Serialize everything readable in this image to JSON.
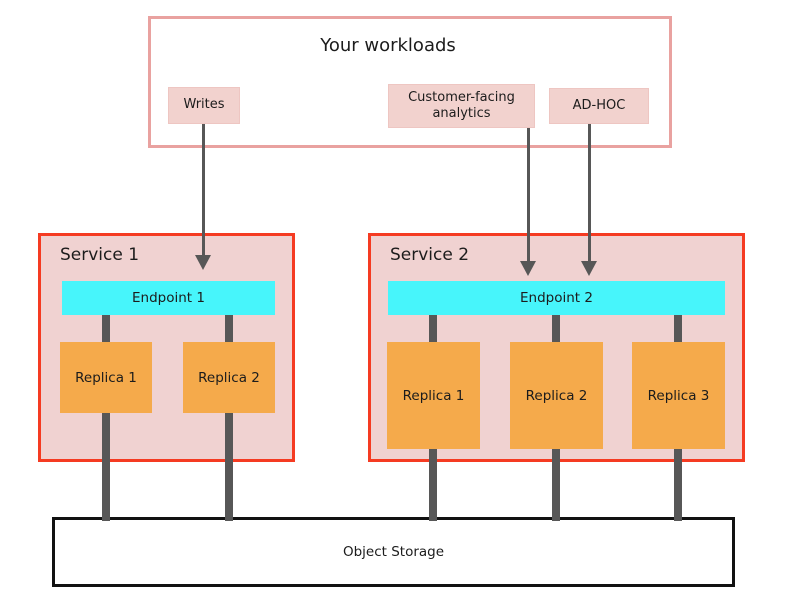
{
  "diagram": {
    "workloads": {
      "title": "Your workloads",
      "items": [
        {
          "label": "Writes"
        },
        {
          "label": "Customer-facing analytics"
        },
        {
          "label": "AD-HOC"
        }
      ]
    },
    "services": [
      {
        "title": "Service 1",
        "endpoint_label": "Endpoint 1",
        "replicas": [
          {
            "label": "Replica 1"
          },
          {
            "label": "Replica 2"
          }
        ]
      },
      {
        "title": "Service 2",
        "endpoint_label": "Endpoint 2",
        "replicas": [
          {
            "label": "Replica 1"
          },
          {
            "label": "Replica 2"
          },
          {
            "label": "Replica 3"
          }
        ]
      }
    ],
    "storage": {
      "label": "Object Storage"
    },
    "colors": {
      "workloads_border": "#e9a2a0",
      "chip_fill": "#f2d2ce",
      "service_border": "#f53b22",
      "service_fill": "#f0d2d1",
      "endpoint_fill": "#47f5fb",
      "replica_fill": "#f5aa4b",
      "connector_gray": "#575757",
      "storage_border": "#111111"
    }
  }
}
